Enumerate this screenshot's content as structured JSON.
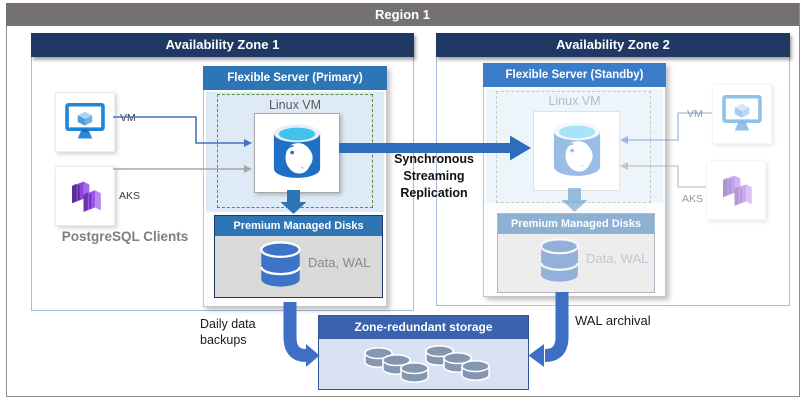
{
  "region": {
    "label": "Region 1"
  },
  "zones": [
    {
      "label": "Availability Zone 1"
    },
    {
      "label": "Availability Zone 2"
    }
  ],
  "clients": {
    "title": "PostgreSQL Clients",
    "vm_label": "VM",
    "aks_label": "AKS"
  },
  "primary": {
    "header": "Flexible Server (Primary)",
    "linux_vm": "Linux VM",
    "disks_header": "Premium Managed Disks",
    "disks_label": "Data, WAL"
  },
  "standby": {
    "header": "Flexible Server (Standby)",
    "linux_vm": "Linux VM",
    "disks_header": "Premium Managed Disks",
    "disks_label": "Data, WAL",
    "vm_label": "VM",
    "aks_label": "AKS"
  },
  "storage": {
    "header": "Zone-redundant storage"
  },
  "annotations": {
    "replication": "Synchronous Streaming Replication",
    "daily_backups": "Daily data backups",
    "wal_archival": "WAL archival"
  },
  "colors": {
    "region_header": "#767171",
    "zone_header": "#1F3864",
    "server_header": "#2E75B6",
    "storage_header": "#3A62AE",
    "storage_body": "#D9E2F3",
    "inner_light_blue": "#DEEBF7",
    "dashed_border_green": "#59913D",
    "arrow_blue": "#2E6DBE",
    "premium_body_gray": "#D9D9D9",
    "premium_disk_blue": "#3E74C8",
    "storage_disk_gray_blue": "#8496B0"
  }
}
